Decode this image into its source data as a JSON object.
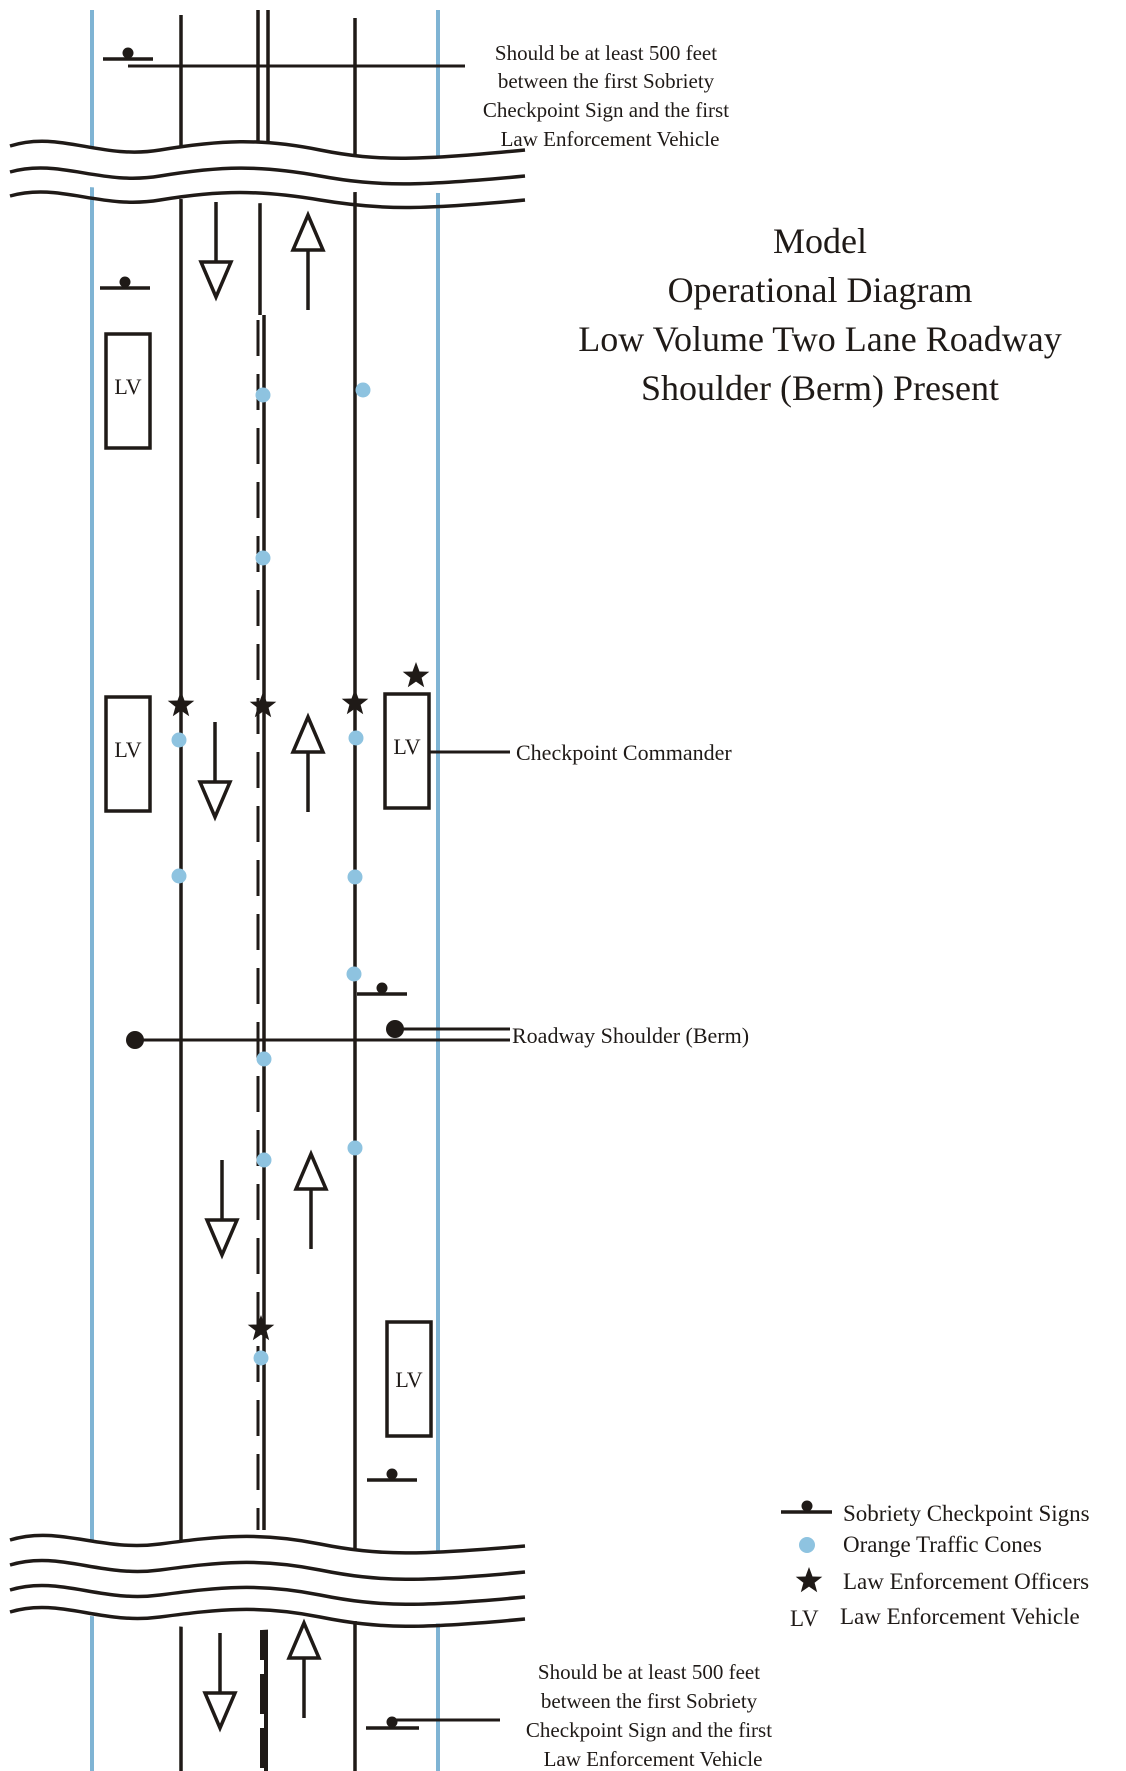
{
  "title": {
    "line1": "Model",
    "line2": "Operational Diagram",
    "line3": "Low Volume Two Lane Roadway",
    "line4": "Shoulder (Berm) Present"
  },
  "top_note": {
    "line1": "Should be at least 500 feet",
    "line2": "between the first Sobriety",
    "line3": "Checkpoint Sign and the first",
    "line4": "Law Enforcement Vehicle"
  },
  "bottom_note": {
    "line1": "Should be at least 500 feet",
    "line2": "between the first Sobriety",
    "line3": "Checkpoint Sign and the first",
    "line4": "Law Enforcement Vehicle"
  },
  "callouts": {
    "commander": "Checkpoint Commander",
    "shoulder": "Roadway Shoulder (Berm)"
  },
  "vehicles": {
    "v1": "LV",
    "v2": "LV",
    "v3": "LV",
    "v4": "LV"
  },
  "legend": {
    "signs": "Sobriety Checkpoint Signs",
    "cones": "Orange Traffic Cones",
    "officers": "Law Enforcement Officers",
    "lv_symbol": "LV",
    "vehicle": "Law Enforcement Vehicle"
  },
  "colors": {
    "ink": "#1f1a17",
    "shoulder_line": "#7fb4d4",
    "cone": "#8ec3e0"
  }
}
